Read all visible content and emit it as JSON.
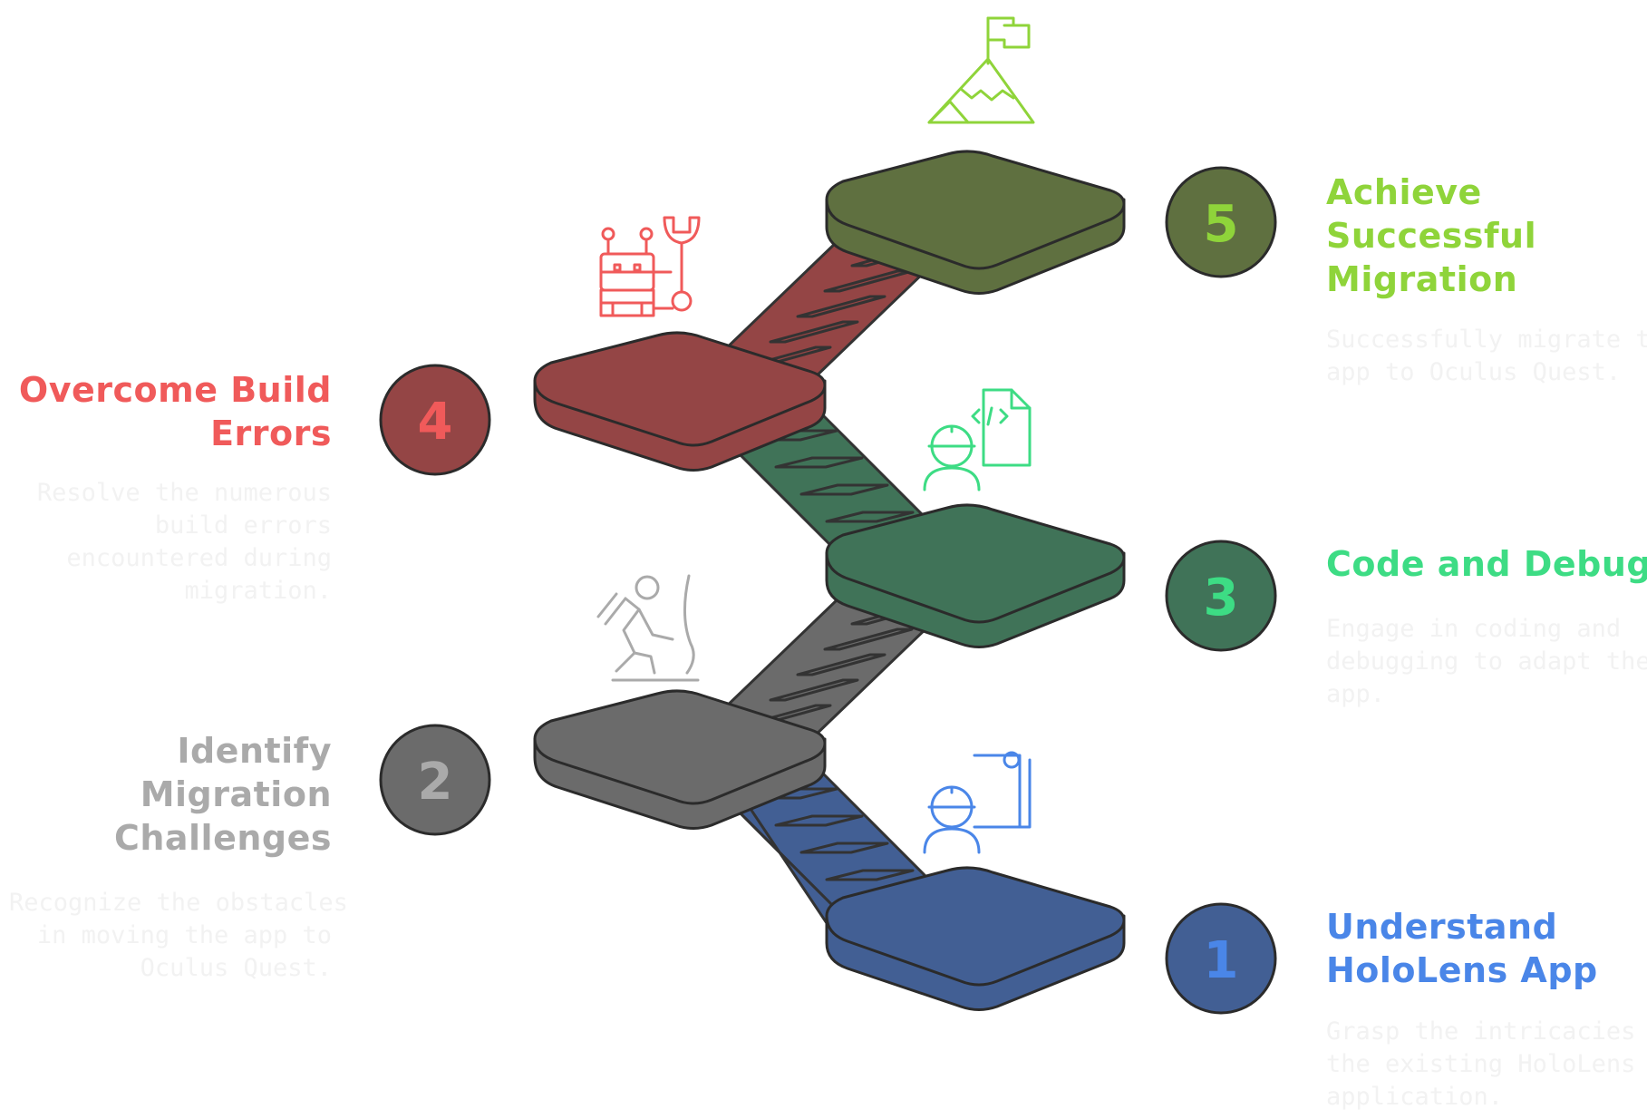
{
  "steps": [
    {
      "number": "1",
      "title_lines": [
        "Understand",
        "HoloLens App"
      ],
      "desc_lines": [
        "Grasp the intricacies of",
        "the existing HoloLens",
        "application."
      ],
      "color": "#4a86e8",
      "fill": "#425f94",
      "icon": "engineer-blueprint-icon"
    },
    {
      "number": "2",
      "title_lines": [
        "Identify",
        "Migration",
        "Challenges"
      ],
      "desc_lines": [
        "Recognize the obstacles",
        "in moving the app to",
        "Oculus Quest."
      ],
      "color": "#aaaaaa",
      "fill": "#6b6b6b",
      "icon": "climber-icon"
    },
    {
      "number": "3",
      "title_lines": [
        "Code and Debug"
      ],
      "desc_lines": [
        "Engage in coding and",
        "debugging to adapt the",
        "app."
      ],
      "color": "#3ddc84",
      "fill": "#407358",
      "icon": "developer-code-icon"
    },
    {
      "number": "4",
      "title_lines": [
        "Overcome Build",
        "Errors"
      ],
      "desc_lines": [
        "Resolve the numerous",
        "build errors",
        "encountered during",
        "migration."
      ],
      "color": "#f05a5a",
      "fill": "#944545",
      "icon": "robot-wrench-icon"
    },
    {
      "number": "5",
      "title_lines": [
        "Achieve",
        "Successful",
        "Migration"
      ],
      "desc_lines": [
        "Successfully migrate the",
        "app to Oculus Quest."
      ],
      "color": "#8fd43a",
      "fill": "#5f7040",
      "icon": "mountain-flag-icon"
    }
  ]
}
